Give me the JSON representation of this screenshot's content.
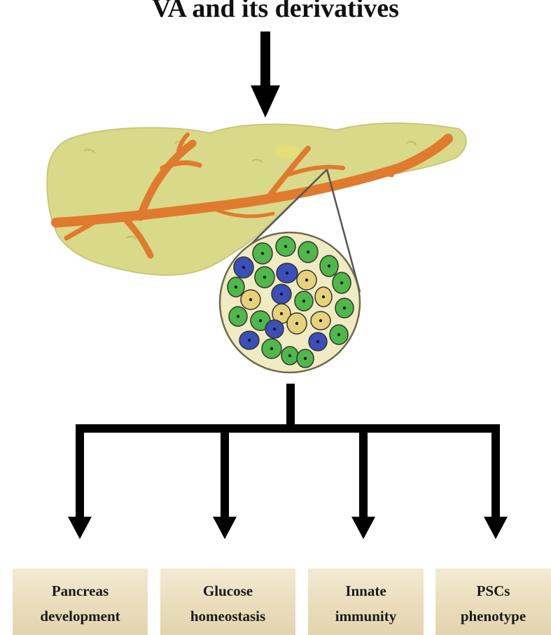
{
  "title": "VA and its derivatives",
  "outcomes": [
    {
      "label": "Pancreas\ndevelopment"
    },
    {
      "label": "Glucose\nhomeostasis"
    },
    {
      "label": "Innate\nimmunity"
    },
    {
      "label": "PSCs\nphenotype"
    }
  ],
  "colors": {
    "pancreas_tissue": "#d9d98a",
    "duct": "#e07a2e",
    "cell_green": "#4fb84a",
    "cell_blue": "#3a4fb8",
    "cell_yellow": "#e6d27a",
    "outcome_box": "#ebdfc0",
    "arrow": "#000000"
  }
}
